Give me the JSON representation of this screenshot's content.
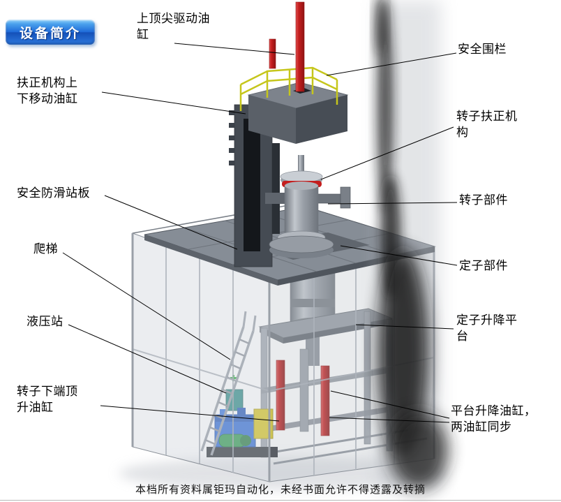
{
  "page": {
    "title_badge": "设备简介",
    "footer": "本档所有资料属钜玛自动化，未经书面允许不得透露及转摘"
  },
  "labels": {
    "top_drive_cylinder": "上顶尖驱动油缸",
    "safety_fence": "安全围栏",
    "centering_updown_cylinder": "扶正机构上下移动油缸",
    "rotor_centering_mechanism": "转子扶正机构",
    "antislip_board": "安全防滑站板",
    "rotor_part": "转子部件",
    "ladder": "爬梯",
    "stator_part": "定子部件",
    "hydraulic_station": "液压站",
    "stator_lift_platform": "定子升降平台",
    "rotor_jack_cylinder": "转子下端顶升油缸",
    "platform_lift_cylinders": "平台升降油缸，两油缸同步"
  },
  "colors": {
    "badge_blue": "#1e6ad8",
    "cylinder_red": "#c41e1e",
    "railing_yellow": "#c6c61c",
    "hydraulic_blue": "#2f6cd6",
    "cabinet_yellow": "#d6c41c",
    "pump_green": "#2f9a4f",
    "frame_gray": "#868d96"
  }
}
